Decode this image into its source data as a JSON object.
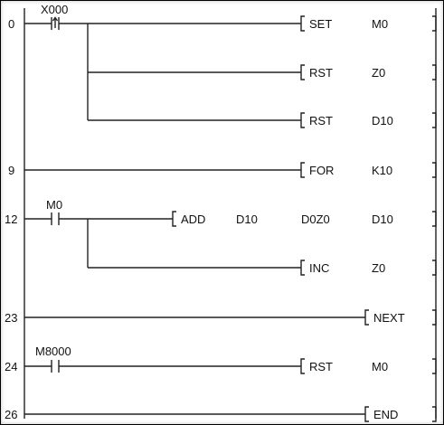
{
  "diagram": {
    "rungs": [
      {
        "step": "0",
        "contacts": [
          {
            "label": "X000",
            "type": "rising-edge"
          }
        ],
        "outputs": [
          {
            "op": "SET",
            "operands": [
              "M0"
            ]
          },
          {
            "op": "RST",
            "operands": [
              "Z0"
            ]
          },
          {
            "op": "RST",
            "operands": [
              "D10"
            ]
          }
        ]
      },
      {
        "step": "9",
        "contacts": [],
        "outputs": [
          {
            "op": "FOR",
            "operands": [
              "K10"
            ]
          }
        ]
      },
      {
        "step": "12",
        "contacts": [
          {
            "label": "M0",
            "type": "no"
          }
        ],
        "outputs": [
          {
            "op": "ADD",
            "operands": [
              "D10",
              "D0Z0",
              "D10"
            ]
          },
          {
            "op": "INC",
            "operands": [
              "Z0"
            ]
          }
        ]
      },
      {
        "step": "23",
        "contacts": [],
        "outputs": [
          {
            "op": "NEXT",
            "operands": []
          }
        ]
      },
      {
        "step": "24",
        "contacts": [
          {
            "label": "M8000",
            "type": "no"
          }
        ],
        "outputs": [
          {
            "op": "RST",
            "operands": [
              "M0"
            ]
          }
        ]
      },
      {
        "step": "26",
        "contacts": [],
        "outputs": [
          {
            "op": "END",
            "operands": []
          }
        ]
      }
    ]
  }
}
